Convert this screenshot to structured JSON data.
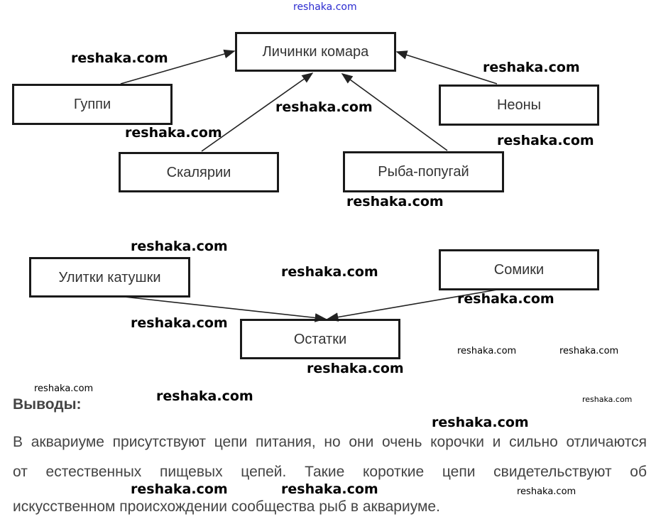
{
  "nodes": {
    "larvae": "Личинки комара",
    "guppy": "Гуппи",
    "neons": "Неоны",
    "scalaria": "Скалярии",
    "parrotfish": "Рыба-попугай",
    "snails": "Улитки катушки",
    "catfish": "Сомики",
    "remains": "Остатки"
  },
  "conclusion": {
    "title": "Выводы:",
    "lines": [
      "В аквариуме присутствуют цепи питания, но они очень корочки и сильно отличаются",
      "от естественных пищевых цепей. Такие короткие цепи свидетельствуют об",
      "искусственном происхождении сообщества рыб в аквариуме."
    ]
  },
  "watermark": "reshaka.com"
}
